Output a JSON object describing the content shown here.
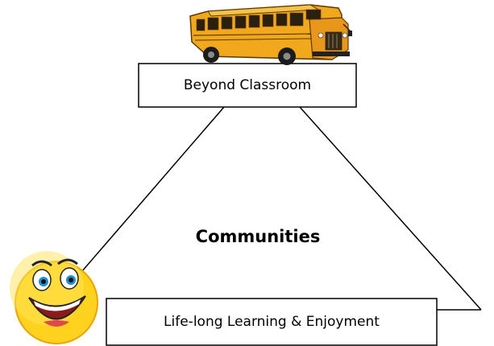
{
  "diagram": {
    "top_box": {
      "label": "Beyond Classroom"
    },
    "center": {
      "label": "Communities"
    },
    "bottom_box": {
      "label": "Life-long Learning & Enjoyment"
    }
  },
  "icons": {
    "top": "school-bus-icon",
    "bottom_left": "smiley-face-icon"
  },
  "colors": {
    "line": "#000000",
    "box_fill": "#ffffff",
    "bus_body": "#F2A81D",
    "smiley": "#FFD21F"
  }
}
